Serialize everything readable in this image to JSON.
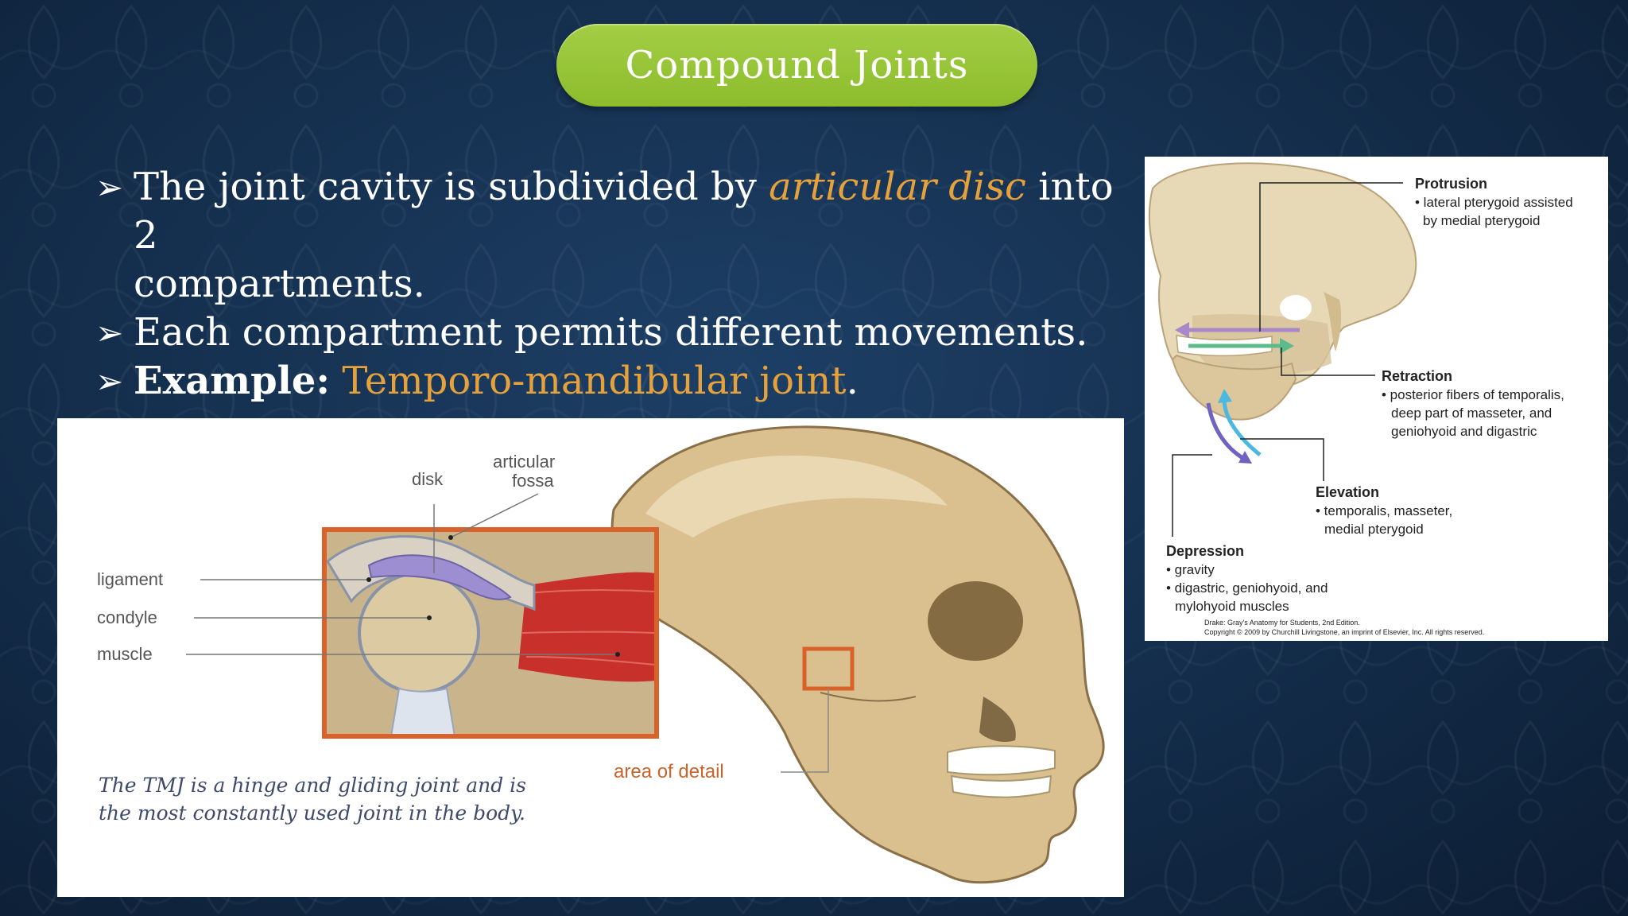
{
  "title": "Compound Joints",
  "bullets": {
    "b1_part1": "The joint cavity is subdivided by ",
    "b1_accent": "articular disc",
    "b1_part2": " into 2",
    "b1_line2": "compartments.",
    "b2": "Each compartment permits different movements.",
    "b3_label": "Example:",
    "b3_accent": "Temporo-mandibular joint",
    "b3_end": "."
  },
  "figure1": {
    "labels": {
      "disk": "disk",
      "articular": "articular",
      "fossa": "fossa",
      "ligament": "ligament",
      "condyle": "condyle",
      "muscle": "muscle",
      "area_of_detail": "area of detail"
    },
    "caption_line1": "The TMJ is a hinge and gliding joint and is",
    "caption_line2": "the most constantly used joint in the body."
  },
  "figure2": {
    "protrusion": {
      "title": "Protrusion",
      "line1": "• lateral pterygoid assisted",
      "line2": "by medial pterygoid"
    },
    "retraction": {
      "title": "Retraction",
      "line1": "• posterior fibers of temporalis,",
      "line2": "deep part of masseter, and",
      "line3": "geniohyoid and digastric"
    },
    "elevation": {
      "title": "Elevation",
      "line1": "• temporalis, masseter,",
      "line2": "medial pterygoid"
    },
    "depression": {
      "title": "Depression",
      "line1": "• gravity",
      "line2": "• digastric, geniohyoid, and",
      "line3": "mylohyoid muscles"
    },
    "credit_line1": "Drake: Gray's Anatomy for Students, 2nd Edition.",
    "credit_line2": "Copyright © 2009 by Churchill Livingstone, an imprint of Elsevier, Inc. All rights reserved."
  },
  "colors": {
    "title_pill": "#96c43a",
    "accent_orange": "#e4a13c",
    "background": "#15304f"
  }
}
